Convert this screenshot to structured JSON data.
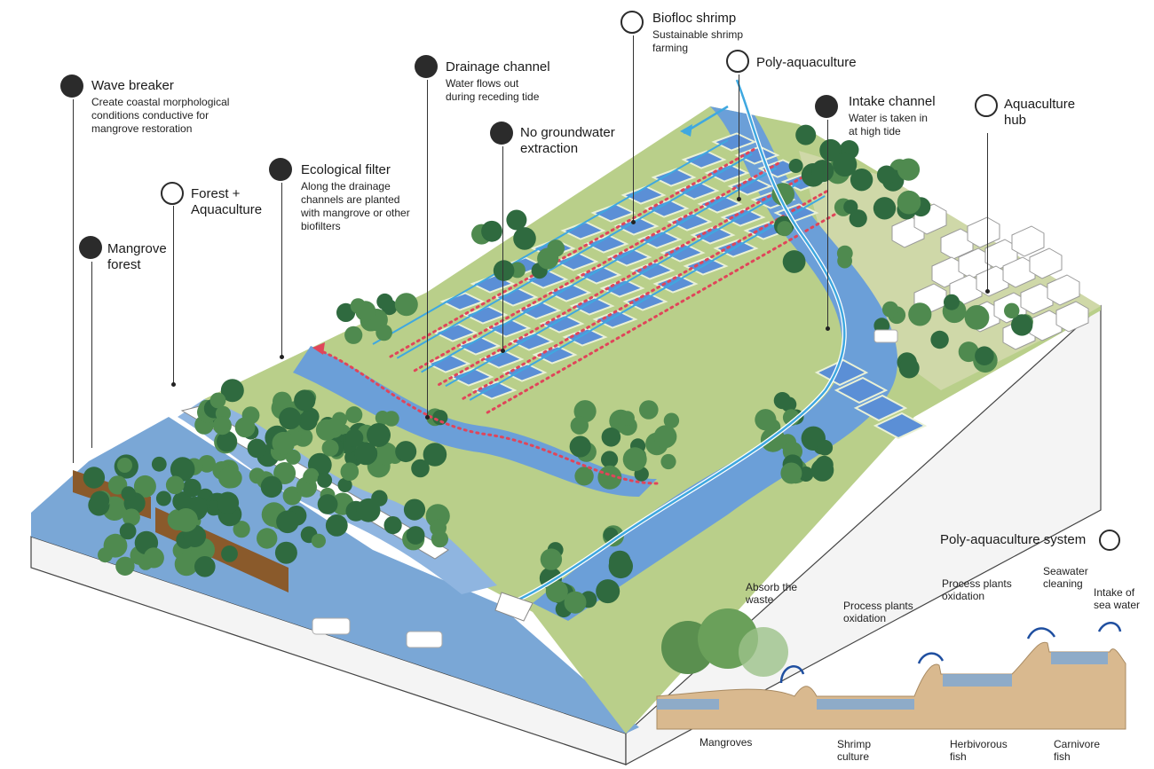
{
  "labels": {
    "wave_breaker": {
      "title": "Wave breaker",
      "sub": [
        "Create coastal  morphological",
        "conditions conductive for",
        "mangrove restoration"
      ]
    },
    "forest_aquaculture": {
      "title": [
        "Forest +",
        "Aquaculture"
      ]
    },
    "mangrove_forest": {
      "title": [
        "Mangrove",
        "forest"
      ]
    },
    "ecological_filter": {
      "title": "Ecological filter",
      "sub": [
        "Along the drainage",
        "channels are planted",
        "with mangrove or other",
        "biofilters"
      ]
    },
    "drainage_channel": {
      "title": "Drainage channel",
      "sub": [
        "Water flows out",
        "during receding tide"
      ]
    },
    "no_groundwater": {
      "title": [
        "No groundwater",
        "extraction"
      ]
    },
    "biofloc_shrimp": {
      "title": "Biofloc shrimp",
      "sub": [
        "Sustainable shrimp",
        "farming"
      ]
    },
    "poly_aquaculture": {
      "title": "Poly-aquaculture"
    },
    "intake_channel": {
      "title": "Intake channel",
      "sub": [
        "Water is taken in",
        "at high tide"
      ]
    },
    "aquaculture_hub": {
      "title": [
        "Aquaculture",
        "hub"
      ]
    }
  },
  "poly_system": {
    "title": "Poly-aquaculture system",
    "top_labels": {
      "absorb": [
        "Absorb the",
        "waste"
      ],
      "process1": [
        "Process plants",
        "oxidation"
      ],
      "process2": [
        "Process plants",
        "oxidation"
      ],
      "seawater": [
        "Seawater",
        "cleaning"
      ],
      "intake": [
        "Intake of",
        "sea water"
      ]
    },
    "bottom_labels": {
      "mangroves": [
        "Mangroves"
      ],
      "shrimp": [
        "Shrimp",
        "culture"
      ],
      "herbivorous": [
        "Herbivorous",
        "fish"
      ],
      "carnivore": [
        "Carnivore",
        "fish"
      ]
    }
  },
  "colors": {
    "sea": "#7aa7d6",
    "sea_dark": "#5d8fc4",
    "land": "#b9cf8a",
    "land_dark": "#9ab36a",
    "pond": "#5b8fd6",
    "tree": "#2f6a3f",
    "tree_light": "#4f8a4f",
    "intake_arrow": "#3fa8e0",
    "drain_arrow": "#e0455a",
    "icon": "#2b2b2b",
    "soil": "#d9b98f"
  }
}
